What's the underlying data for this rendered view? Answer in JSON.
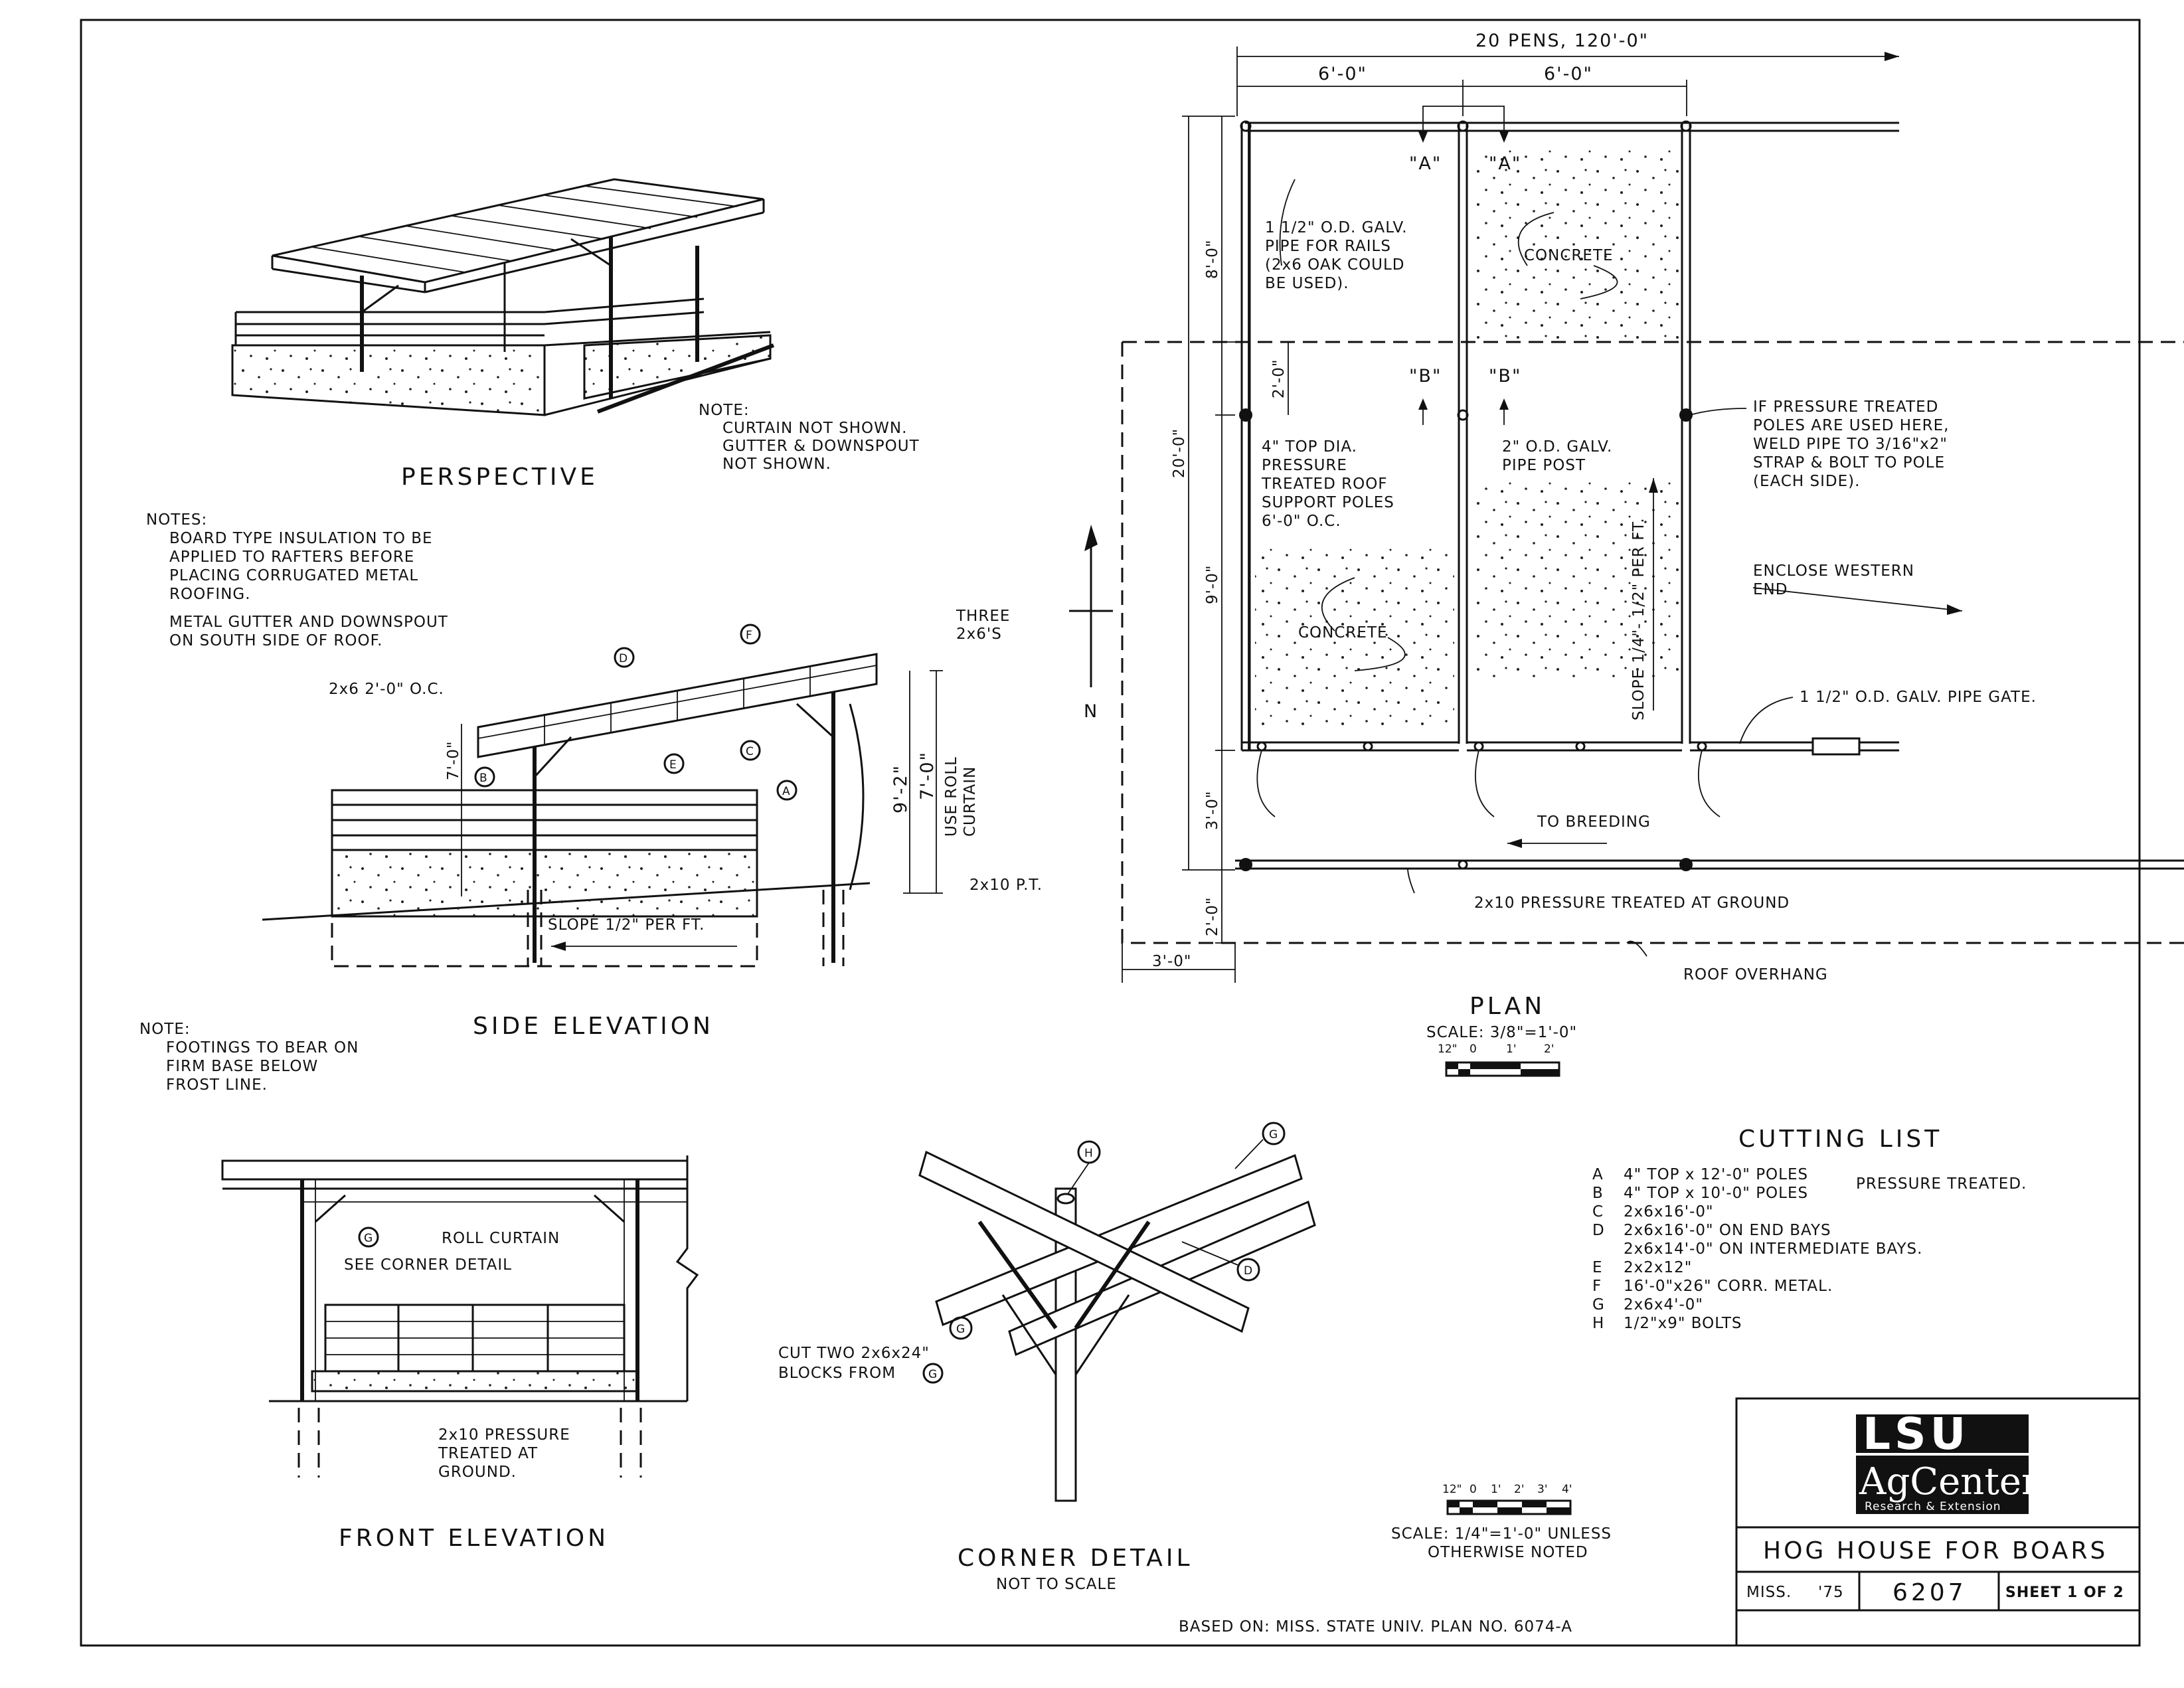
{
  "perspective": {
    "title": "PERSPECTIVE",
    "note_lines": [
      "NOTE:",
      "CURTAIN NOT SHOWN.",
      "GUTTER & DOWNSPOUT",
      "NOT SHOWN."
    ]
  },
  "general_notes": [
    "NOTES:",
    "BOARD TYPE INSULATION TO BE",
    "APPLIED TO RAFTERS BEFORE",
    "PLACING CORRUGATED METAL",
    "ROOFING.",
    "METAL GUTTER AND DOWNSPOUT",
    "ON SOUTH SIDE OF ROOF."
  ],
  "side_elevation": {
    "title": "SIDE ELEVATION",
    "rafter_note": "2x6 2'-0\" O.C.",
    "three_2x6_lines": [
      "THREE",
      "2x6'S"
    ],
    "height_left": "7'-0\"",
    "height_mid": "9'-2\"",
    "height_right": "7'-0\"",
    "curtain_lines": [
      "USE ROLL",
      "CURTAIN"
    ],
    "base_label": "2x10 P.T.",
    "slope": "SLOPE 1/2\" PER FT.",
    "callouts": [
      "A",
      "B",
      "C",
      "D",
      "E",
      "F"
    ]
  },
  "footing_note": [
    "NOTE:",
    "FOOTINGS TO BEAR ON",
    "FIRM BASE BELOW",
    "FROST LINE."
  ],
  "front_elevation": {
    "title": "FRONT ELEVATION",
    "roll_curtain": "ROLL CURTAIN",
    "see_corner": "SEE CORNER DETAIL",
    "base_lines": [
      "2x10 PRESSURE",
      "TREATED AT",
      "GROUND."
    ],
    "callout": "G"
  },
  "corner_detail": {
    "title": "CORNER DETAIL",
    "subtitle": "NOT TO SCALE",
    "cut_lines": [
      "CUT TWO 2x6x24\"",
      "BLOCKS FROM"
    ],
    "callouts": [
      "H",
      "G",
      "G",
      "D",
      "G"
    ]
  },
  "plan": {
    "title": "PLAN",
    "scale": "SCALE: 3/8\"=1'-0\"",
    "scale_ticks": [
      "12\"",
      "0",
      "1'",
      "2'"
    ],
    "overall": "20 PENS, 120'-0\"",
    "pen_width_1": "6'-0\"",
    "pen_width_2": "6'-0\"",
    "dim_8": "8'-0\"",
    "dim_2a": "2'-0\"",
    "dim_20": "20'-0\"",
    "dim_9": "9'-0\"",
    "dim_3": "3'-0\"",
    "dim_2b": "2'-0\"",
    "dim_overhang": "3'-0\"",
    "section_a": "\"A\"",
    "section_b": "\"B\"",
    "rail_note": [
      "1 1/2\" O.D. GALV.",
      "PIPE FOR RAILS",
      "(2x6 OAK COULD",
      " BE USED)."
    ],
    "concrete": "CONCRETE",
    "pole_note": [
      "4\" TOP DIA.",
      "PRESSURE",
      "TREATED ROOF",
      "SUPPORT POLES",
      "6'-0\" O.C."
    ],
    "post_note": [
      "2\" O.D. GALV.",
      "PIPE POST"
    ],
    "weld_note": [
      "IF PRESSURE TREATED",
      "POLES ARE USED HERE,",
      "WELD PIPE TO 3/16\"x2\"",
      "STRAP & BOLT TO POLE",
      "(EACH SIDE)."
    ],
    "enclose": [
      "ENCLOSE WESTERN",
      "END"
    ],
    "slope": "SLOPE 1/4\"- 1/2\" PER FT.",
    "gate": "1 1/2\" O.D. GALV. PIPE GATE.",
    "to_breeding": "TO BREEDING",
    "base": "2x10 PRESSURE TREATED AT GROUND",
    "overhang": "ROOF OVERHANG",
    "north": "N"
  },
  "cutting_list": {
    "title": "CUTTING LIST",
    "items": [
      {
        "key": "A",
        "text": "4\" TOP x 12'-0\" POLES"
      },
      {
        "key": "B",
        "text": "4\" TOP x 10'-0\" POLES"
      },
      {
        "key": "C",
        "text": "2x6x16'-0\""
      },
      {
        "key": "D",
        "text": "2x6x16'-0\" ON END BAYS"
      },
      {
        "key": "",
        "text": "2x6x14'-0\" ON INTERMEDIATE BAYS."
      },
      {
        "key": "E",
        "text": "2x2x12\""
      },
      {
        "key": "F",
        "text": "16'-0\"x26\" CORR. METAL."
      },
      {
        "key": "G",
        "text": "2x6x4'-0\""
      },
      {
        "key": "H",
        "text": "1/2\"x9\" BOLTS"
      }
    ],
    "pt_note": "PRESSURE TREATED."
  },
  "scale_note": {
    "ticks": [
      "12\"",
      "0",
      "1'",
      "2'",
      "3'",
      "4'"
    ],
    "line1": "SCALE: 1/4\"=1'-0\" UNLESS",
    "line2": "OTHERWISE NOTED"
  },
  "based_on": "BASED ON: MISS. STATE UNIV. PLAN NO. 6074-A",
  "title_block": {
    "logo_top": "LSU",
    "logo_mid": "AgCenter",
    "logo_sub": "Research & Extension",
    "title": "HOG HOUSE FOR BOARS",
    "origin": "MISS.",
    "year": "'75",
    "plan_no": "6207",
    "sheet": "SHEET 1 OF 2"
  }
}
